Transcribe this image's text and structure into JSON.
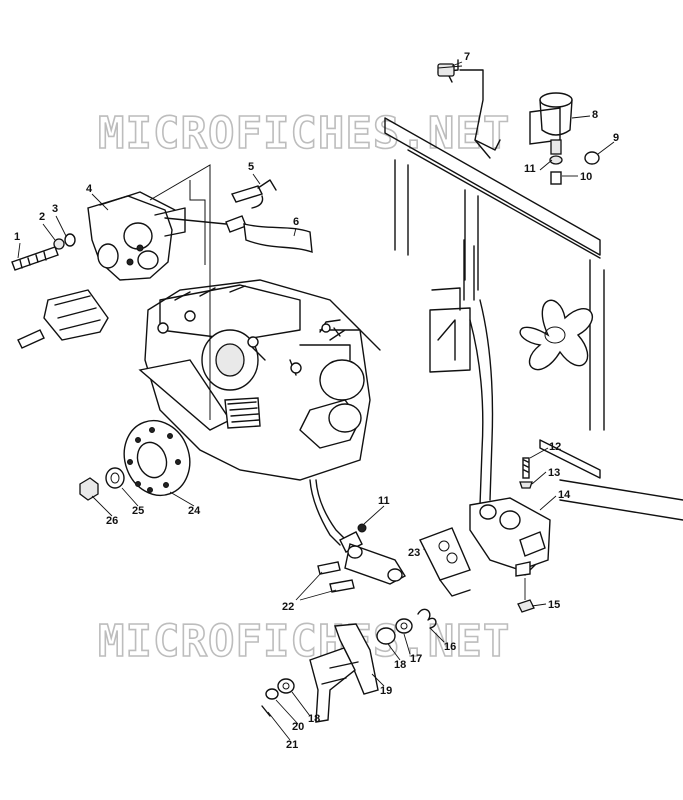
{
  "watermarks": [
    "MICROFICHES.NET",
    "MICROFICHES.NET"
  ],
  "callouts": [
    "1",
    "2",
    "3",
    "4",
    "5",
    "6",
    "7",
    "8",
    "9",
    "10",
    "11",
    "12",
    "13",
    "14",
    "15",
    "16",
    "17",
    "18",
    "19",
    "20",
    "21",
    "22",
    "23",
    "24",
    "25",
    "26",
    "11",
    "18"
  ]
}
